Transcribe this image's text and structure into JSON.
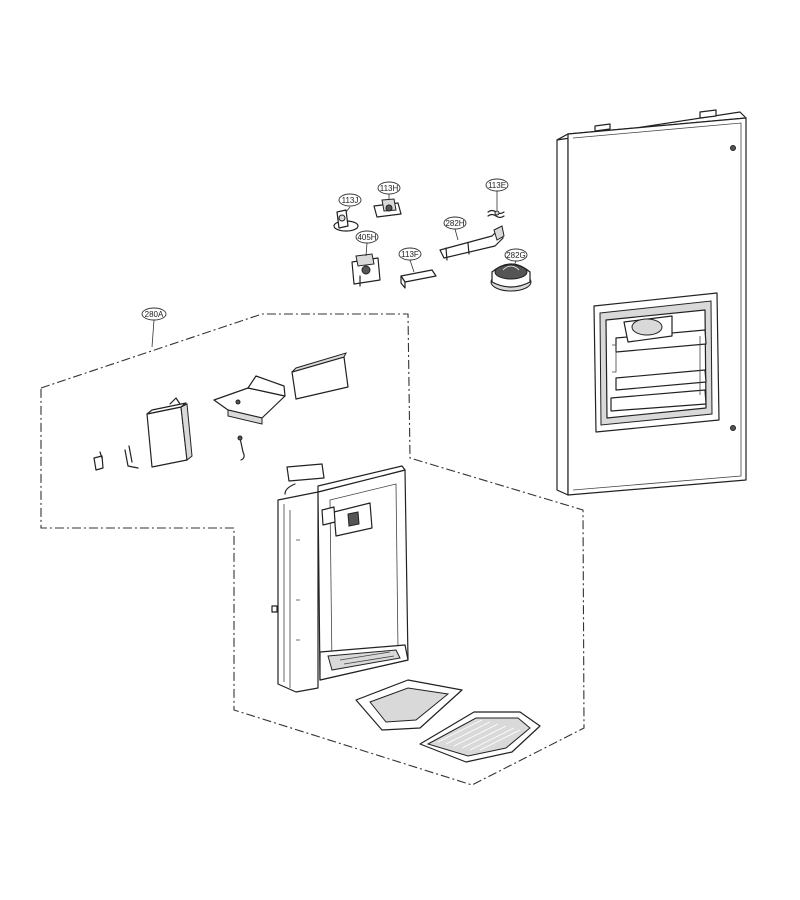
{
  "callouts": {
    "c113J": "113J",
    "c113H": "113H",
    "c113E": "113E",
    "c282H": "282H",
    "c405H": "405H",
    "c113F": "113F",
    "c282G": "282G",
    "c280A": "280A"
  }
}
